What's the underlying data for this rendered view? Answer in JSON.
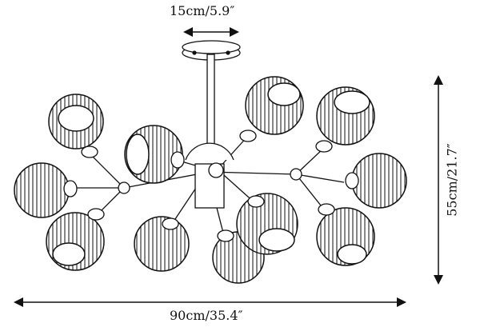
{
  "dimensions": {
    "canopy_width": "15cm/5.9″",
    "height": "55cm/21.7″",
    "overall_width": "90cm/35.4″"
  },
  "colors": {
    "line": "#111111",
    "background": "#ffffff"
  }
}
